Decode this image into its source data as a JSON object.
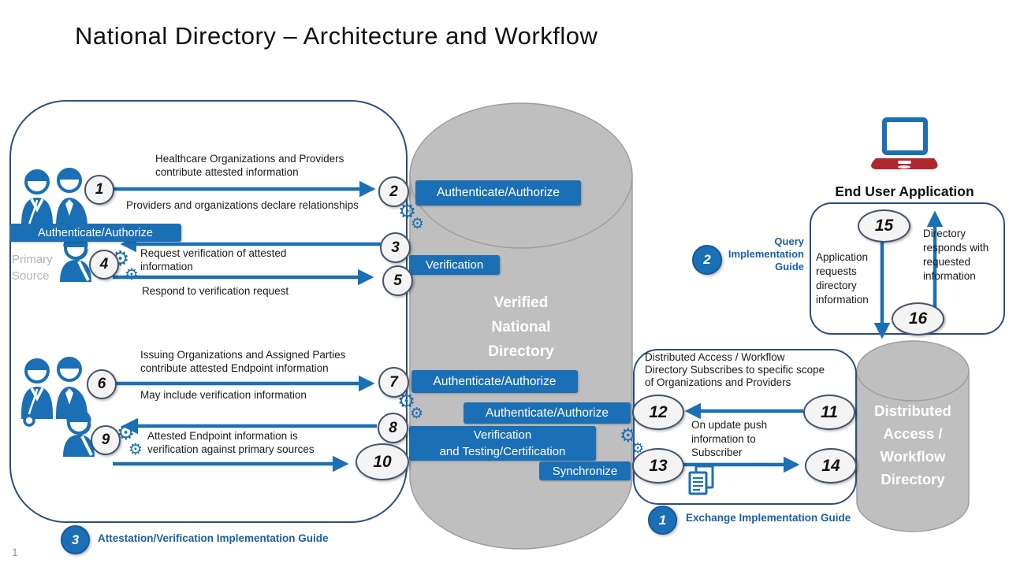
{
  "title": "National Directory – Architecture and Workflow",
  "page_number": "1",
  "colors": {
    "accent_blue": "#1b6fb5",
    "panel_navy": "#2b4e81",
    "cylinder_gray": "#bfbfbf",
    "cylinder_stroke": "#9e9e9e",
    "ellipse_border": "#44546a",
    "laptop_red": "#b02730",
    "muted_gray": "#b2b2b2"
  },
  "numbers": {
    "n1": "1",
    "n2": "2",
    "n3": "3",
    "n4": "4",
    "n5": "5",
    "n6": "6",
    "n7": "7",
    "n8": "8",
    "n9": "9",
    "n10": "10",
    "n11": "11",
    "n12": "12",
    "n13": "13",
    "n14": "14",
    "n15": "15",
    "n16": "16"
  },
  "left_panel": {
    "auth_badge": "Authenticate/Authorize",
    "primary_source": "Primary\nSource",
    "flow1_above": "Healthcare Organizations and Providers\ncontribute attested information",
    "flow1_below": "Providers and organizations declare relationships",
    "flow4": "Request verification of attested\ninformation",
    "flow5": "Respond to verification request",
    "flow6_above": "Issuing Organizations and Assigned Parties\ncontribute attested Endpoint  information",
    "flow6_below": "May include verification information",
    "flow9": "Attested Endpoint information is\nverification against primary sources"
  },
  "center": {
    "cylinder_label": "Verified\nNational\nDirectory",
    "badge_auth_top": "Authenticate/Authorize",
    "badge_verification": "Verification",
    "badge_auth_mid": "Authenticate/Authorize",
    "badge_auth_lower": "Authenticate/Authorize",
    "badge_verification_testing": "Verification\nand Testing/Certification",
    "badge_synchronize": "Synchronize"
  },
  "right": {
    "end_user_title": "End User Application",
    "app_requests": "Application\nrequests\ndirectory\ninformation",
    "dir_responds": "Directory\nresponds with\nrequested\ninformation",
    "dist_panel_text": "Distributed Access / Workflow\nDirectory Subscribes to  specific scope\nof Organizations and Providers",
    "push_text": "On update push\ninformation to\nSubscriber",
    "cylinder_label": "Distributed\nAccess /\nWorkflow\nDirectory"
  },
  "guides": {
    "attestation": {
      "num": "3",
      "label": "Attestation/Verification Implementation Guide"
    },
    "exchange": {
      "num": "1",
      "label": "Exchange Implementation Guide"
    },
    "query": {
      "num": "2",
      "label": "Query\nImplementation\nGuide"
    }
  }
}
